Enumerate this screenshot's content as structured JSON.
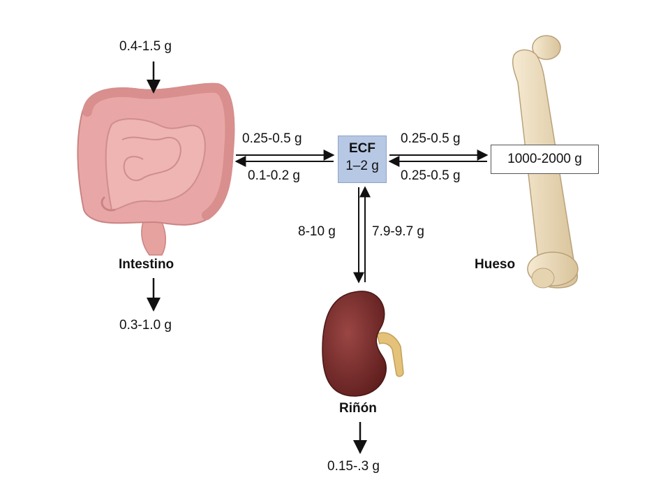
{
  "nodes": {
    "ecf": {
      "title": "ECF",
      "value": "1–2 g"
    },
    "intestine": {
      "label": "Intestino"
    },
    "bone": {
      "label": "Hueso",
      "value": "1000-2000 g"
    },
    "kidney": {
      "label": "Riñón"
    }
  },
  "flows": {
    "diet_intake": "0.4-1.5 g",
    "intestine_excretion": "0.3-1.0 g",
    "intestine_to_ecf": "0.25-0.5 g",
    "ecf_to_intestine": "0.1-0.2 g",
    "ecf_to_bone": "0.25-0.5 g",
    "bone_to_ecf": "0.25-0.5 g",
    "ecf_to_kidney": "8-10 g",
    "kidney_to_ecf": "7.9-9.7 g",
    "urine_excretion": "0.15-.3 g"
  },
  "colors": {
    "ecf_box": "#b7c8e5",
    "intestine": "#e8a7a6",
    "bone": "#ecdcbd",
    "kidney": "#7a2e2c",
    "ureter": "#e5c27a"
  },
  "icons": [
    "intestine-illustration",
    "bone-illustration",
    "kidney-illustration"
  ]
}
